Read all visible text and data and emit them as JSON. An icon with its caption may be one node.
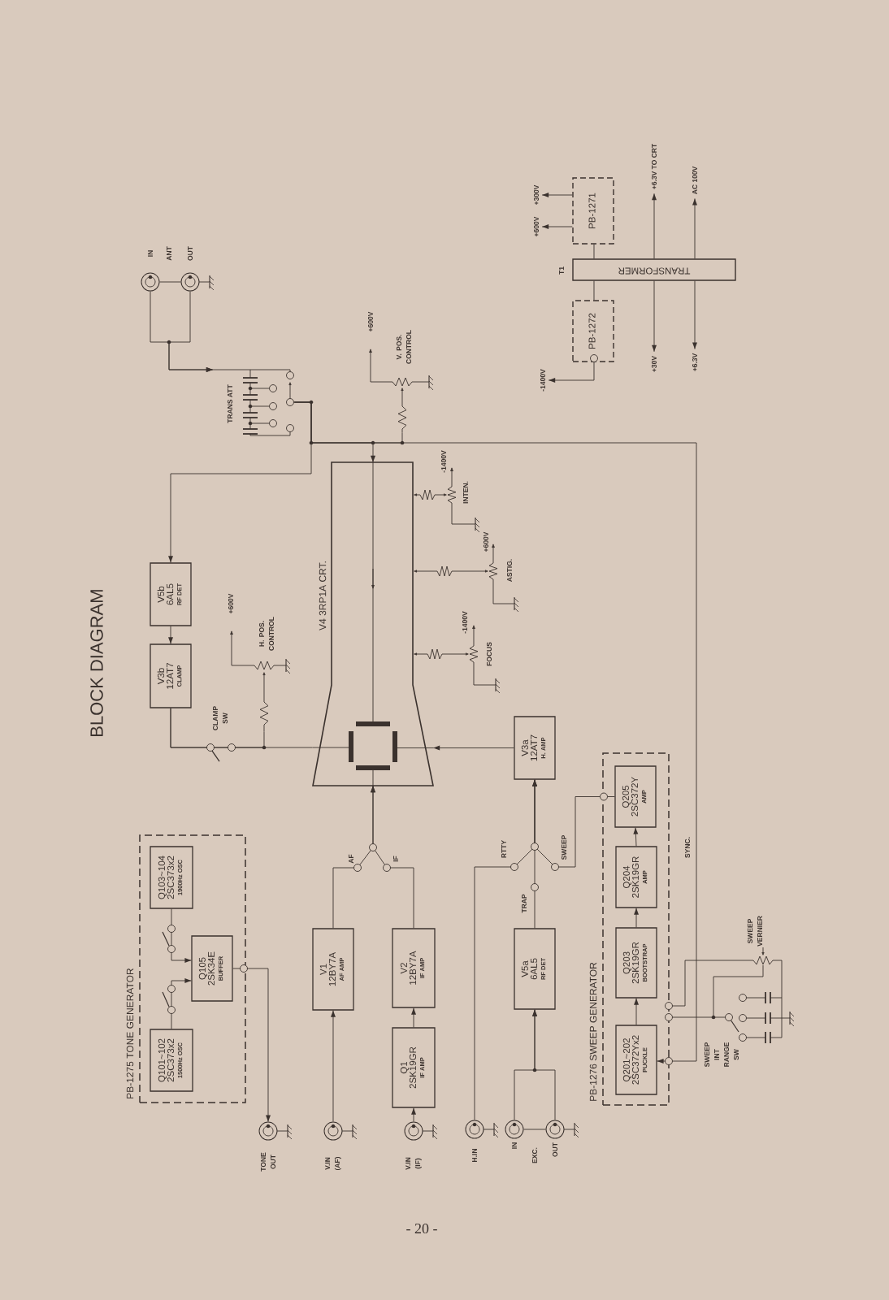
{
  "diagram": {
    "title": "BLOCK DIAGRAM",
    "nodes": [
      {
        "text": [
          "PB-1275 TONE GENERATOR"
        ]
      },
      {
        "text": [
          "Q101~102",
          "2SC373x2",
          "1500Hz OSC"
        ],
        "in": 0
      },
      {
        "text": [
          "Q103~104",
          "2SC373x2",
          "1900Hz OSC"
        ],
        "in": 0
      },
      {
        "text": [
          "Q105",
          "2SK34E",
          "BUFFER"
        ],
        "in": 0
      },
      {
        "text": [],
        "shape": "circle",
        "beside": [
          "TONE OUT"
        ]
      },
      {
        "text": [
          "V1",
          "12BY7A",
          "AF AMP"
        ]
      },
      {
        "text": [
          "V2",
          "12BY7A",
          "IF AMP"
        ]
      },
      {
        "text": [
          "Q1",
          "2SK19GR",
          "IF AMP"
        ]
      },
      {
        "text": [],
        "shape": "circle",
        "beside": [
          "V.IN (AF)"
        ]
      },
      {
        "text": [],
        "shape": "circle",
        "beside": [
          "V.IN (IF)"
        ]
      },
      {
        "text": [
          "V4 3RP1A CRT."
        ]
      },
      {
        "text": [
          "V5b",
          "6AL5",
          "RF DET"
        ]
      },
      {
        "text": [
          "V3b",
          "12AT7",
          "CLAMP"
        ]
      },
      {
        "text": [],
        "shape": "circle",
        "beside": [
          "IN"
        ]
      },
      {
        "text": [],
        "shape": "circle",
        "beside": [
          "OUT"
        ]
      },
      {
        "text": [
          "TRANS ATT"
        ]
      },
      {
        "text": [
          "V3a",
          "12AT7",
          "H. AMP"
        ]
      },
      {
        "text": [
          "V5a",
          "6AL5",
          "RF DET"
        ]
      },
      {
        "text": [],
        "shape": "circle",
        "beside": [
          "H.IN"
        ]
      },
      {
        "text": [],
        "shape": "circle",
        "beside": [
          "IN"
        ]
      },
      {
        "text": [],
        "shape": "circle",
        "beside": [
          "OUT"
        ]
      },
      {
        "text": [
          "PB-1276 SWEEP GENERATOR"
        ]
      },
      {
        "text": [
          "Q201~202",
          "2SC372Yx2",
          "PUCKLE"
        ],
        "in": 21
      },
      {
        "text": [
          "Q203",
          "2SK19GR",
          "BOOTSTRAP"
        ],
        "in": 21
      },
      {
        "text": [
          "Q204",
          "2SK19GR",
          "AMP"
        ],
        "in": 21
      },
      {
        "text": [
          "Q205",
          "2SC372Y",
          "AMP"
        ],
        "in": 21
      },
      {
        "text": [
          "TRANSFORMER"
        ],
        "beside": [
          "T1"
        ]
      },
      {
        "text": [
          "PB-1271"
        ]
      },
      {
        "text": [
          "PB-1272"
        ]
      },
      {
        "text": [
          "+600V"
        ]
      },
      {
        "text": [
          "+300V"
        ]
      },
      {
        "text": [
          "-1400V"
        ]
      },
      {
        "text": [
          "+6.3V TO CRT"
        ]
      },
      {
        "text": [
          "AC 100V"
        ]
      },
      {
        "text": [
          "+30V"
        ]
      },
      {
        "text": [
          "+6.3V"
        ]
      },
      {
        "text": [],
        "shape": "resistor"
      },
      {
        "text": [],
        "shape": "resistor"
      }
    ],
    "edges": [
      {
        "from": 1,
        "to": 3,
        "arrow": "to"
      },
      {
        "from": 2,
        "to": 3,
        "arrow": "to"
      },
      {
        "from": 3,
        "to": 4,
        "arrow": "to"
      },
      {
        "from": 8,
        "to": 5,
        "arrow": "to"
      },
      {
        "from": 9,
        "to": 7,
        "arrow": "to"
      },
      {
        "from": 7,
        "to": 6,
        "arrow": "to"
      },
      {
        "from": 5,
        "to": 10,
        "arrow": "to"
      },
      {
        "from": 6,
        "to": 10,
        "arrow": "to"
      },
      {
        "from": 13,
        "to": 15,
        "arrow": "to"
      },
      {
        "from": 14,
        "to": 15,
        "arrow": "to"
      },
      {
        "from": 15,
        "to": 11,
        "arrow": "to"
      },
      {
        "from": 15,
        "to": 10,
        "arrow": "to"
      },
      {
        "from": 15,
        "to": 22,
        "arrow": "to",
        "label": "SYNC."
      },
      {
        "from": 11,
        "to": 12,
        "arrow": "to"
      },
      {
        "from": 12,
        "to": 10,
        "arrow": "none"
      },
      {
        "from": 16,
        "to": 10,
        "arrow": "to"
      },
      {
        "from": 17,
        "to": 16,
        "arrow": "to"
      },
      {
        "from": 19,
        "to": 17,
        "arrow": "to"
      },
      {
        "from": 20,
        "to": 17,
        "arrow": "to"
      },
      {
        "from": 18,
        "to": 16,
        "arrow": "to"
      },
      {
        "from": 25,
        "to": 16,
        "arrow": "to"
      },
      {
        "from": 22,
        "to": 23,
        "arrow": "to"
      },
      {
        "from": 23,
        "to": 24,
        "arrow": "to"
      },
      {
        "from": 24,
        "to": 25,
        "arrow": "to"
      },
      {
        "from": 26,
        "to": 27,
        "arrow": "none"
      },
      {
        "from": 26,
        "to": 28,
        "arrow": "none"
      },
      {
        "from": 28,
        "to": 31,
        "arrow": "to"
      },
      {
        "from": 27,
        "to": 29,
        "arrow": "to"
      },
      {
        "from": 27,
        "to": 30,
        "arrow": "to"
      },
      {
        "from": 26,
        "to": 32,
        "arrow": "to"
      },
      {
        "from": 26,
        "to": 33,
        "arrow": "to"
      },
      {
        "from": 26,
        "to": 34,
        "arrow": "to"
      },
      {
        "from": 26,
        "to": 35,
        "arrow": "to"
      },
      {
        "from": 13,
        "to": 14,
        "arrow": "none"
      },
      {
        "from": 19,
        "to": 20,
        "arrow": "none"
      },
      {
        "from": 15,
        "to": 36,
        "arrow": "none"
      },
      {
        "from": 12,
        "to": 37,
        "arrow": "none"
      }
    ],
    "labels": [
      "ANT",
      "EXC.",
      "AF",
      "IF",
      "RTTY",
      "TRAP",
      "SWEEP",
      "CLAMP SW",
      "+600V",
      "H. POS. CONTROL",
      "+600V",
      "V. POS. CONTROL",
      "-1400V",
      "INTEN.",
      "+600V",
      "ASTIG.",
      "-1400V",
      "FOCUS",
      "SWEEP INT RANGE SW",
      "SWEEP VERNIER",
      "- 20 -"
    ]
  }
}
